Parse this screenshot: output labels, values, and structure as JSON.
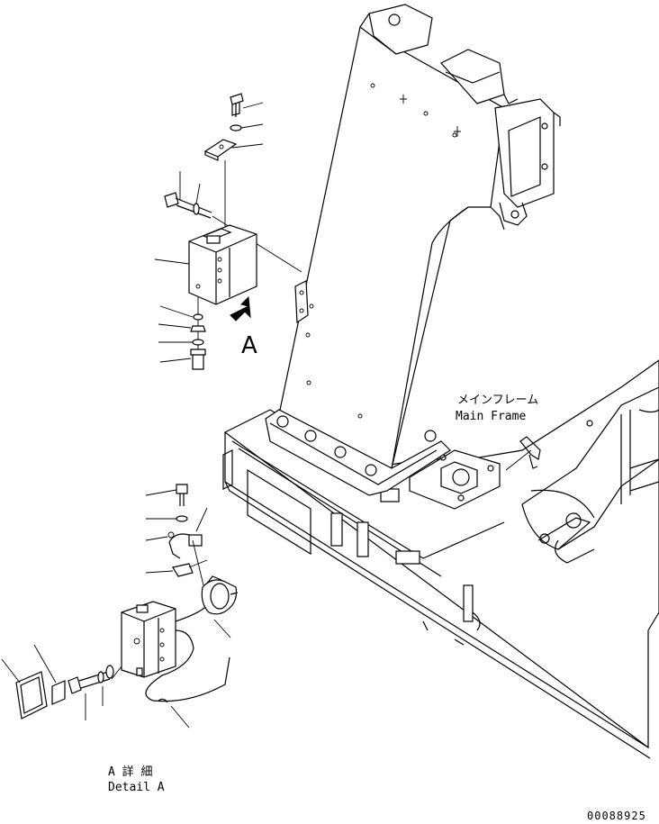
{
  "labels": {
    "main_frame_jp": "メインフレーム",
    "main_frame_en": "Main Frame",
    "view_letter": "A",
    "detail_jp": "A 詳 細",
    "detail_en": "Detail A",
    "drawing_number": "00088925"
  }
}
